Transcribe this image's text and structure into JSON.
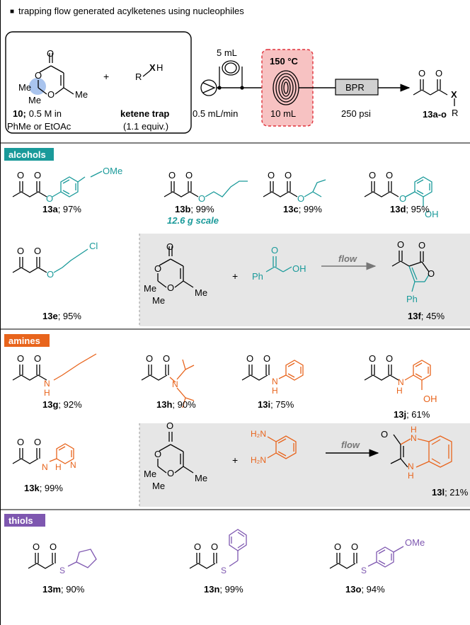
{
  "header": {
    "bullet": "■",
    "title": "trapping flow generated acylketenes using nucleophiles"
  },
  "reagent": {
    "number": "10;",
    "conc": "0.5 M in",
    "solvent": "PhMe or EtOAc",
    "trap_label": "ketene trap",
    "trap_equiv": "(1.1 equiv.)",
    "me1": "Me",
    "me2": "Me",
    "me3": "Me",
    "r_label": "R",
    "x_label": "X",
    "h_label": "H",
    "plus": "+"
  },
  "flow": {
    "coil_volume": "5 mL",
    "flow_rate": "0.5 mL/min",
    "reactor_temp": "150 °C",
    "reactor_volume": "10 mL",
    "bpr_label": "BPR",
    "pressure": "250 psi",
    "product_id": "13a-o",
    "product_x": "X",
    "product_r": "R"
  },
  "sections": {
    "alcohols": "alcohols",
    "amines": "amines",
    "thiols": "thiols"
  },
  "colors": {
    "teal": "#1a9a9a",
    "orange": "#e8641c",
    "purple": "#7e57b0",
    "gray": "#e6e6e6",
    "red": "#e0303a"
  },
  "compounds": {
    "c13a": {
      "id": "13a",
      "yield": "; 97%",
      "sub": "OMe"
    },
    "c13b": {
      "id": "13b",
      "yield": "; 99%",
      "note": "12.6 g scale"
    },
    "c13c": {
      "id": "13c",
      "yield": "; 99%"
    },
    "c13d": {
      "id": "13d",
      "yield": "; 95%",
      "sub": "OH"
    },
    "c13e": {
      "id": "13e",
      "yield": "; 95%",
      "sub": "Cl"
    },
    "c13f": {
      "id": "13f",
      "yield": "; 45%",
      "reagent": "Ph",
      "oh": "OH",
      "arrow": "flow",
      "prod_ph": "Ph",
      "me1": "Me",
      "me2": "Me",
      "me3": "Me"
    },
    "c13g": {
      "id": "13g",
      "yield": "; 92%"
    },
    "c13h": {
      "id": "13h",
      "yield": "; 90%"
    },
    "c13i": {
      "id": "13i",
      "yield": "; 75%"
    },
    "c13j": {
      "id": "13j",
      "yield": "; 61%",
      "sub": "OH"
    },
    "c13k": {
      "id": "13k",
      "yield": "; 99%"
    },
    "c13l": {
      "id": "13l",
      "yield": "; 21%",
      "nh2a": "H₂N",
      "nh2b": "H₂N",
      "arrow": "flow",
      "me1": "Me",
      "me2": "Me",
      "me3": "Me"
    },
    "c13m": {
      "id": "13m",
      "yield": "; 90%"
    },
    "c13n": {
      "id": "13n",
      "yield": "; 99%"
    },
    "c13o": {
      "id": "13o",
      "yield": "; 94%",
      "sub": "OMe"
    }
  },
  "atoms": {
    "O": "O",
    "N": "N",
    "H": "H",
    "S": "S"
  }
}
